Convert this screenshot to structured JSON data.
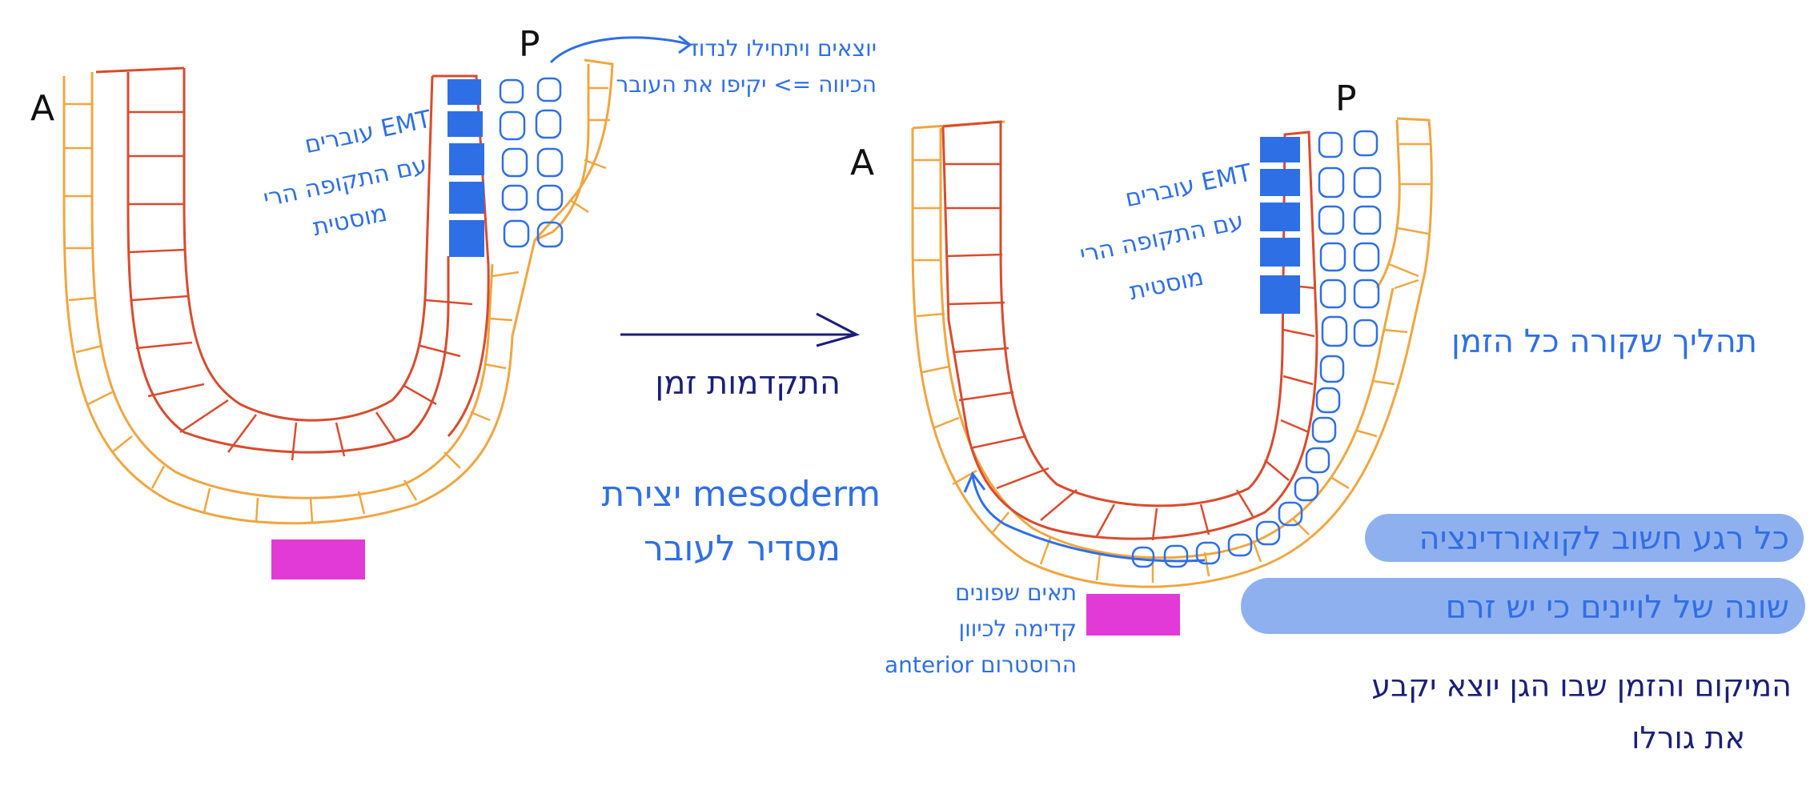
{
  "colors": {
    "ectoderm": "#f0a640",
    "endoderm": "#d94b2e",
    "annotation_blue": "#2f6fe6",
    "annotation_dark": "#1a1f7a",
    "node": "#e23ad6",
    "highlight": "#8fb0ef",
    "emt_fill": "#2f6fe6"
  },
  "left_panel": {
    "label_a": "A",
    "label_p": "P",
    "emt_note": [
      "עוברים EMT",
      "עם התקופה הרי",
      "מוסטית"
    ],
    "top_note": [
      "יוצאים ויתחילו לנדוד",
      "הכיווה => יקיפו את העובר"
    ]
  },
  "arrow_caption": "התקדמות זמן",
  "mesoderm_note": [
    "יצירת mesoderm",
    "מסדיר לעובר"
  ],
  "right_panel": {
    "label_a": "A",
    "label_p": "P",
    "emt_note": [
      "עוברים EMT",
      "עם התקופה הרי",
      "מוסטית"
    ],
    "process_note": "תהליך שקורה כל הזמן",
    "anterior_note": [
      "תאים שפונים",
      "קדימה לכיוון",
      "anterior הרוסטרום"
    ]
  },
  "highlighted_notes": [
    "כל רגע חשוב לקואורדינציה",
    "שונה של לויינים כי יש זרם"
  ],
  "bottom_note": [
    "המיקום והזמן שבו הגן יוצא יקבע",
    "את גורלו"
  ]
}
